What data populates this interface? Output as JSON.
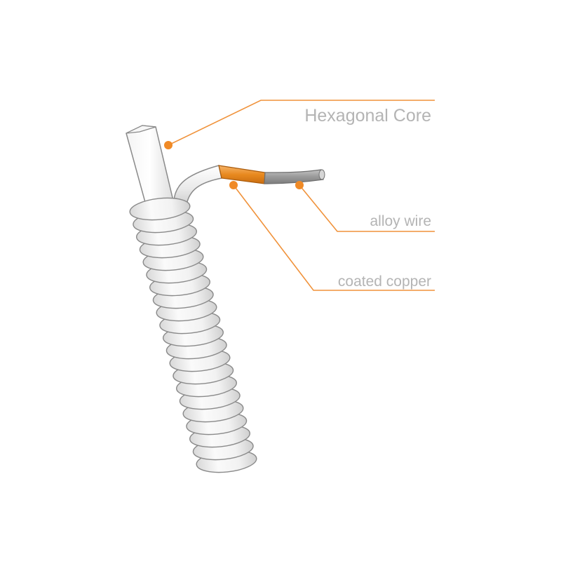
{
  "colors": {
    "accent": "#f08a26",
    "label_text": "#b4b4b4",
    "outline": "#8a8a8a",
    "coil_fill": "#efefef",
    "copper": "#e8891f",
    "alloy": "#9a9a9a"
  },
  "labels": {
    "hexagonal_core": "Hexagonal Core",
    "alloy_wire": "alloy wire",
    "coated_copper": "coated copper"
  }
}
